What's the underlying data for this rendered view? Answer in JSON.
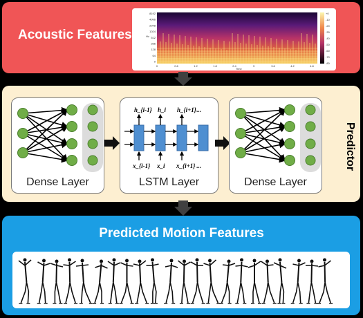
{
  "acoustic": {
    "title": "Acoustic Features"
  },
  "spectrogram": {
    "y_ticks": [
      "8192",
      "4096",
      "2048",
      "1024",
      "512",
      "256",
      "128",
      "64",
      "0"
    ],
    "x_ticks": [
      "0",
      "0.6",
      "1.2",
      "1.8",
      "2.4",
      "3",
      "3.6",
      "4.2",
      "4.8"
    ],
    "y_label": "Hz",
    "x_label": "Time",
    "colorbar_ticks": [
      "+0",
      "-10",
      "-20",
      "-30",
      "-40",
      "-50",
      "-60",
      "-70",
      "-80"
    ]
  },
  "predictor": {
    "label": "Predictor",
    "dense1": {
      "label": "Dense Layer"
    },
    "lstm": {
      "label": "LSTM Layer",
      "outputs": [
        "h_{i-1}",
        "h_i",
        "h_{i+1}",
        "..."
      ],
      "inputs": [
        "x_{i-1}",
        "x_i",
        "x_{i+1}",
        "..."
      ]
    },
    "dense2": {
      "label": "Dense Layer"
    }
  },
  "motion": {
    "title": "Predicted Motion Features"
  },
  "colors": {
    "red": "#f05556",
    "yellow": "#fdefd1",
    "blue": "#1b9ee4",
    "node": "#70ad47",
    "lstm": "#4f8fd1"
  }
}
